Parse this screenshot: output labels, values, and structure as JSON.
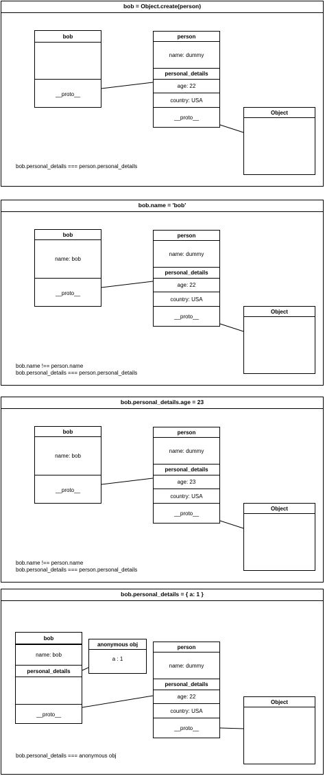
{
  "panels": [
    {
      "title": "bob = Object.create(person)",
      "bob": {
        "header": "bob",
        "name": "",
        "proto": "__proto__"
      },
      "person": {
        "header": "person",
        "name": "name: dummy",
        "details_header": "personal_details",
        "age": "age: 22",
        "country": "country: USA",
        "proto": "__proto__"
      },
      "object": {
        "header": "Object"
      },
      "notes": [
        "bob.personal_details === person.personal_details"
      ]
    },
    {
      "title": "bob.name = 'bob'",
      "bob": {
        "header": "bob",
        "name": "name: bob",
        "proto": "__proto__"
      },
      "person": {
        "header": "person",
        "name": "name: dummy",
        "details_header": "personal_details",
        "age": "age: 22",
        "country": "country: USA",
        "proto": "__proto__"
      },
      "object": {
        "header": "Object"
      },
      "notes": [
        "bob.name !== person.name",
        "bob.personal_details === person.personal_details"
      ]
    },
    {
      "title": "bob.personal_details.age = 23",
      "bob": {
        "header": "bob",
        "name": "name: bob",
        "proto": "__proto__"
      },
      "person": {
        "header": "person",
        "name": "name: dummy",
        "details_header": "personal_details",
        "age": "age: 23",
        "country": "country: USA",
        "proto": "__proto__"
      },
      "object": {
        "header": "Object"
      },
      "notes": [
        "bob.name !== person.name",
        "bob.personal_details === person.personal_details"
      ]
    },
    {
      "title": "bob.personal_details = { a: 1 }",
      "bob": {
        "header": "bob",
        "name": "name: bob",
        "details_header": "personal_details",
        "proto": "__proto__"
      },
      "anon": {
        "header": "anonymous obj",
        "value": "a : 1"
      },
      "person": {
        "header": "person",
        "name": "name: dummy",
        "details_header": "personal_details",
        "age": "age: 22",
        "country": "country: USA",
        "proto": "__proto__"
      },
      "object": {
        "header": "Object"
      },
      "notes": [
        "bob.personal_details === anonymous obj"
      ]
    }
  ]
}
